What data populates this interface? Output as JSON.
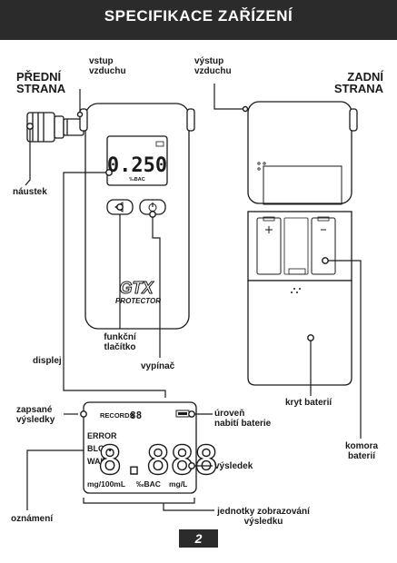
{
  "header": {
    "title": "SPECIFIKACE ZAŘÍZENÍ"
  },
  "front": {
    "title_line1": "PŘEDNÍ",
    "title_line2": "STRANA",
    "air_inlet_line1": "vstup",
    "air_inlet_line2": "vzduchu",
    "mouthpiece": "náustek",
    "display": "displej",
    "function_line1": "funkční",
    "function_line2": "tlačítko",
    "power": "vypínač",
    "screen_value": "0.250",
    "screen_unit": "‰BAC",
    "brand": "GTX",
    "brand_sub": "PROTECTOR"
  },
  "back": {
    "title_line1": "ZADNÍ",
    "title_line2": "STRANA",
    "air_outlet_line1": "výstup",
    "air_outlet_line2": "vzduchu",
    "battery_cover": "kryt baterií",
    "battery_compartment_line1": "komora",
    "battery_compartment_line2": "baterií"
  },
  "lcd": {
    "records": "RECORDS",
    "records_digits": "88",
    "errors": [
      "ERROR",
      "BLOW",
      "WAIT"
    ],
    "digits": "8.888",
    "units": [
      "mg/100mL",
      "‰BAC",
      "mg/L"
    ],
    "stored_results_line1": "zapsané",
    "stored_results_line2": "výsledky",
    "battery_level_line1": "úroveň",
    "battery_level_line2": "nabití baterie",
    "result": "výsledek",
    "notifications": "oznámení",
    "display_units_line1": "jednotky zobrazování",
    "display_units_line2": "výsledku"
  },
  "page": {
    "number": "2"
  },
  "colors": {
    "header": "#2b2b2b",
    "line": "#1a1a1a",
    "device": "#ffffff"
  }
}
